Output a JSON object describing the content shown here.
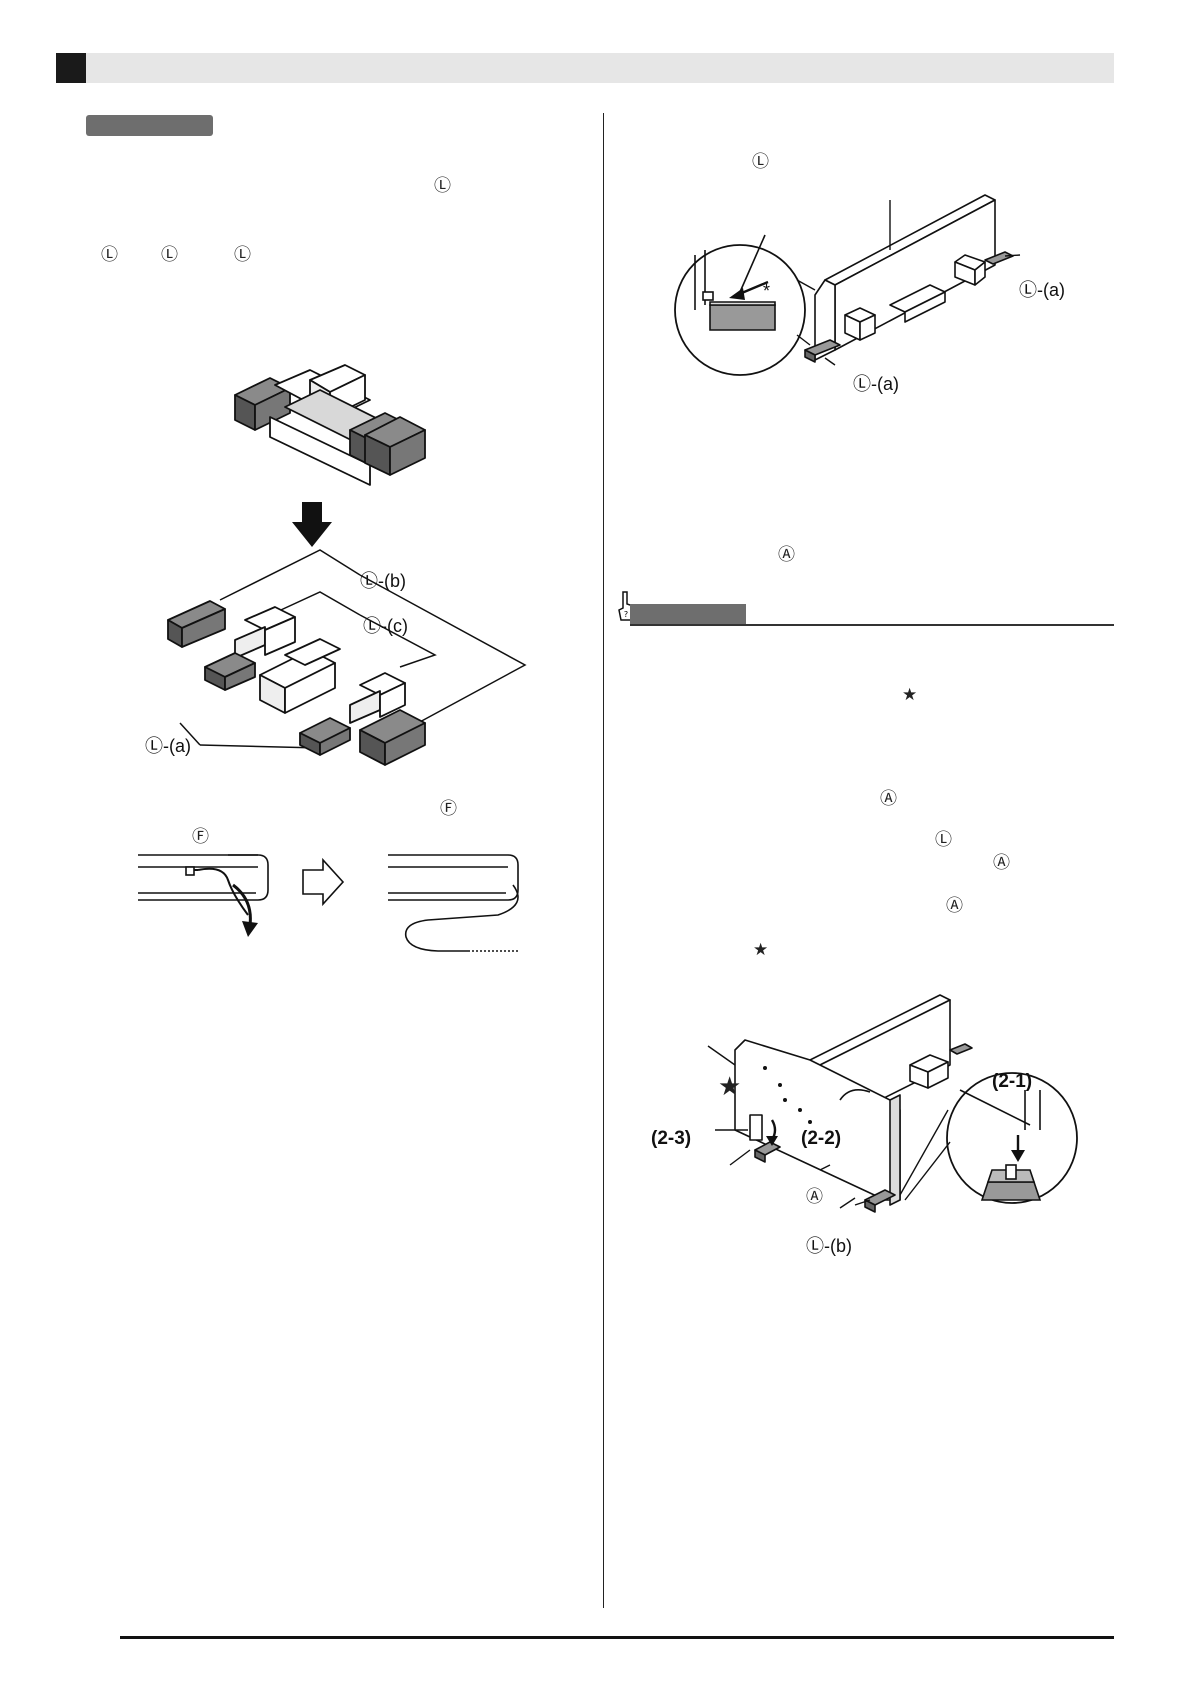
{
  "left_column": {
    "marker_step1": "Ⓛ",
    "markers_row": [
      "Ⓛ",
      "Ⓛ",
      "Ⓛ"
    ],
    "fig_blocks": {
      "label_b": "Ⓛ-(b)",
      "label_c": "Ⓛ-(c)",
      "label_a": "Ⓛ-(a)"
    },
    "marker_cable": "Ⓕ",
    "fig_cable": {
      "label_f": "Ⓕ"
    }
  },
  "right_column": {
    "marker_step": "Ⓛ",
    "fig_panel": {
      "label_a_right": "Ⓛ-(a)",
      "label_a_bottom": "Ⓛ-(a)",
      "asterisk": "*"
    },
    "marker_panel": "Ⓐ",
    "note": {
      "star_1": "★",
      "marker_a_1": "Ⓐ",
      "marker_l": "Ⓛ",
      "marker_a_2": "Ⓐ",
      "marker_a_3": "Ⓐ",
      "star_2": "★"
    },
    "fig_assembly": {
      "step_2_1": "(2-1)",
      "step_2_2": "(2-2)",
      "step_2_3": "(2-3)",
      "star": "★",
      "label_a": "Ⓐ",
      "label_b": "Ⓛ-(b)"
    }
  }
}
